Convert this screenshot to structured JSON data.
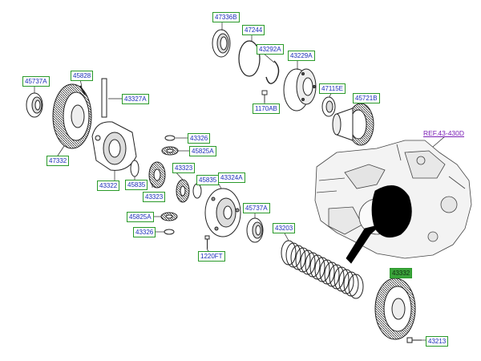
{
  "labels": {
    "p47336B": "47336B",
    "p47244": "47244",
    "p43292A": "43292A",
    "p43229A": "43229A",
    "p1170AB": "1170AB",
    "p47115E": "47115E",
    "p45721B": "45721B",
    "p45737A_top": "45737A",
    "p45828": "45828",
    "p43327A": "43327A",
    "p47332": "47332",
    "p43326_top": "43326",
    "p45825A_top": "45825A",
    "p43323_top": "43323",
    "p43322": "43322",
    "p45835_left": "45835",
    "p43323_low": "43323",
    "p45835_right": "45835",
    "p43324A": "43324A",
    "p45737A_low": "45737A",
    "p45825A_low": "45825A",
    "p43326_low": "43326",
    "p1220FT": "1220FT",
    "p43203": "43203",
    "p43332": "43332",
    "p43213": "43213"
  },
  "reference": "REF.43-430D",
  "colors": {
    "label_text": "#1a2cb8",
    "label_border": "#2a9a2a",
    "reference": "#7a1fb5",
    "line": "#222222"
  },
  "icons": [
    "bearing-icon",
    "ring-gear-icon",
    "differential-case-icon",
    "pinion-gear-icon",
    "washer-icon",
    "transmission-housing-icon",
    "shim-stack-icon",
    "bolt-icon"
  ]
}
